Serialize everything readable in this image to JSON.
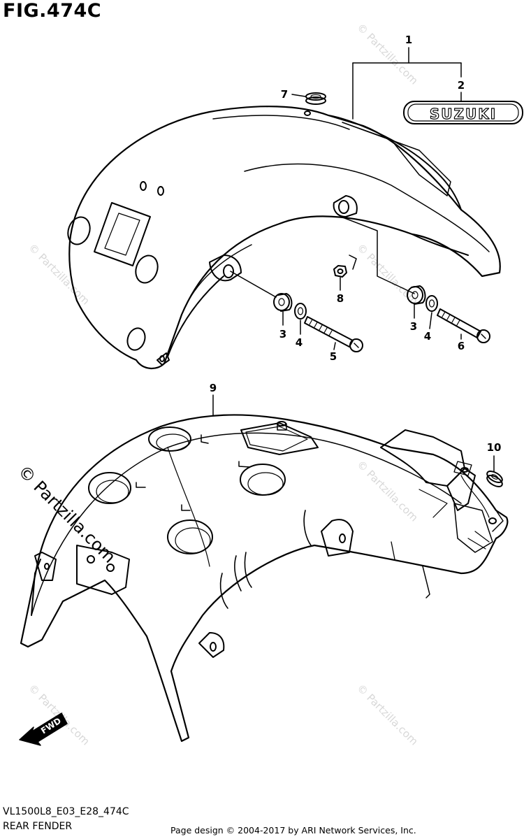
{
  "figure": {
    "title": "FIG.474C",
    "emblem_text": "SUZUKI",
    "fwd_label": "FWD"
  },
  "callouts": {
    "c1": "1",
    "c2": "2",
    "c3a": "3",
    "c3b": "3",
    "c4a": "4",
    "c4b": "4",
    "c5": "5",
    "c6": "6",
    "c7": "7",
    "c8": "8",
    "c9": "9",
    "c10": "10"
  },
  "watermark": {
    "text": "© Partzilla.com",
    "prominent": "© Partzilla.com"
  },
  "footer": {
    "diagram_code": "VL1500L8_E03_E28_474C",
    "diagram_name": "REAR FENDER",
    "copyright": "Page design © 2004-2017 by ARI Network Services, Inc."
  }
}
